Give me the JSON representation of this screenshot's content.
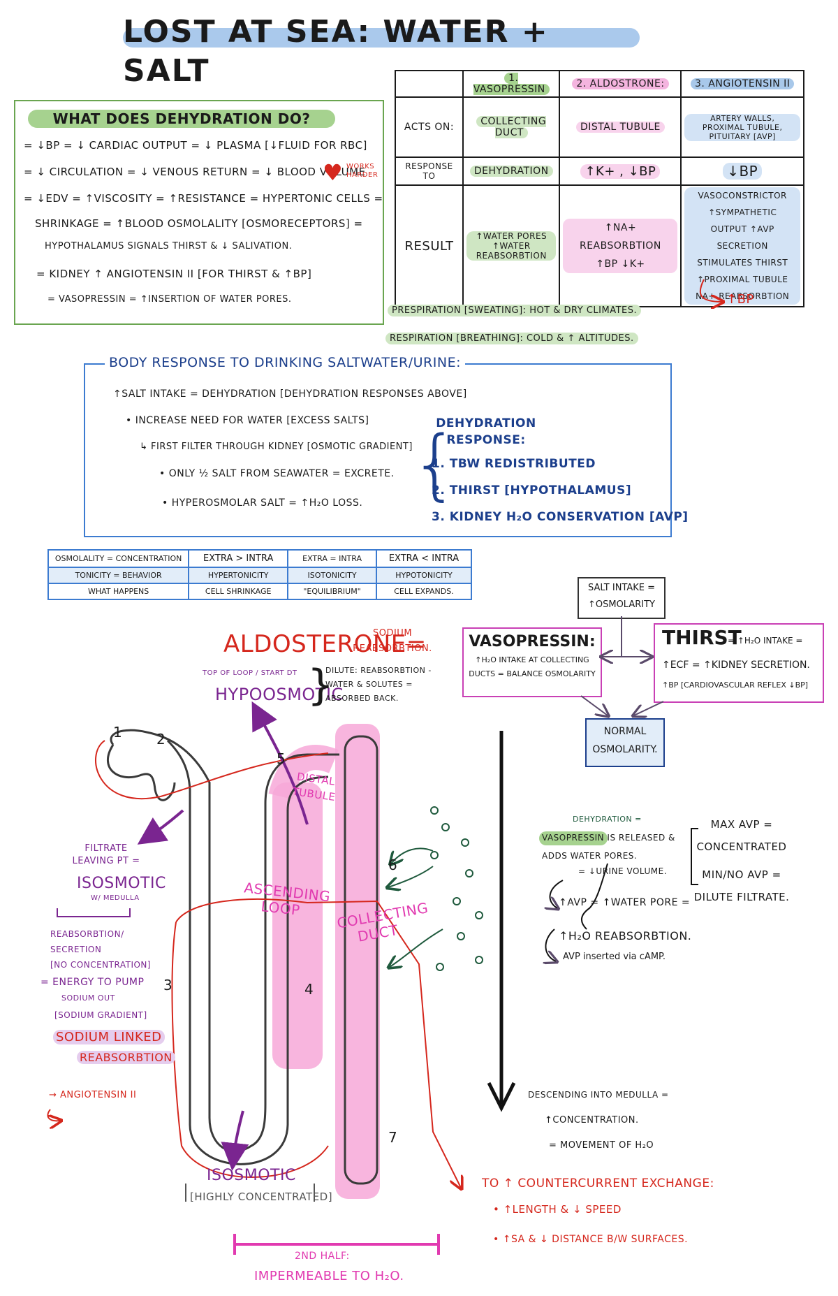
{
  "title": "LOST AT SEA: WATER + SALT",
  "dehydration": {
    "heading": "WHAT DOES DEHYDRATION DO?",
    "lines": [
      "= ↓BP = ↓ CARDIAC OUTPUT = ↓ PLASMA [↓FLUID FOR RBC]",
      "= ↓ CIRCULATION = ↓ VENOUS RETURN = ↓ BLOOD VOLUME",
      "= ↓EDV = ↑VISCOSITY = ↑RESISTANCE = HYPERTONIC CELLS =",
      "SHRINKAGE = ↑BLOOD OSMOLALITY [OSMORECEPTORS] =",
      "HYPOTHALAMUS SIGNALS THIRST & ↓ SALIVATION.",
      "= KIDNEY ↑ ANGIOTENSIN II [FOR THIRST & ↑BP]",
      "= VASOPRESSIN = ↑INSERTION OF WATER PORES."
    ],
    "heart_note": "WORKS HARDER"
  },
  "hormone_table": {
    "headers": [
      "",
      "1. VASOPRESSIN",
      "2. ALDOSTRONE:",
      "3. ANGIOTENSIN II"
    ],
    "rows": [
      [
        "ACTS ON:",
        "COLLECTING DUCT",
        "DISTAL TUBULE",
        "ARTERY WALLS, PROXIMAL TUBULE, PITUITARY [AVP]"
      ],
      [
        "RESPONSE TO",
        "DEHYDRATION",
        "↑K+ , ↓BP",
        "↓BP"
      ],
      [
        "RESULT",
        "↑WATER PORES ↑WATER REABSORBTION",
        "↑Na+ REABSORBTION ↑BP ↓K+",
        "VASOCONSTRICTOR ↑SYMPATHETIC OUTPUT ↑AVP SECRETION STIMULATES THIRST ↑PROXIMAL TUBULE Na+ REABSORBTION"
      ]
    ],
    "bp_note": "↑BP"
  },
  "perspiration": "PRESPIRATION [SWEATING]: HOT & DRY CLIMATES.",
  "respiration": "RESPIRATION [BREATHING]: COLD & ↑ ALTITUDES.",
  "saltwater": {
    "heading": "BODY RESPONSE TO DRINKING SALTWATER/URINE:",
    "lines": [
      "↑SALT INTAKE = DEHYDRATION [DEHYDRATION RESPONSES ABOVE]",
      "• INCREASE NEED FOR WATER [EXCESS SALTS]",
      "↳ FIRST FILTER THROUGH KIDNEY [OSMOTIC GRADIENT]",
      "• ONLY ½ SALT FROM SEAWATER = EXCRETE.",
      "• HYPEROSMOLAR SALT = ↑H₂O LOSS."
    ],
    "response_heading": "DEHYDRATION RESPONSE:",
    "responses": [
      "1. TBW REDISTRIBUTED",
      "2. THIRST [HYPOTHALAMUS]",
      "3. KIDNEY H₂O CONSERVATION [AVP]"
    ]
  },
  "osmolality_table": {
    "rows": [
      [
        "OSMOLALITY = CONCENTRATION",
        "EXTRA > INTRA",
        "EXTRA = INTRA",
        "EXTRA < INTRA"
      ],
      [
        "TONICITY = BEHAVIOR",
        "HYPERTONICITY",
        "ISOTONICITY",
        "HYPOTONICITY"
      ],
      [
        "WHAT HAPPENS",
        "CELL SHRINKAGE",
        "\"EQUILIBRIUM\"",
        "CELL EXPANDS."
      ]
    ]
  },
  "flow": {
    "salt_intake": "SALT INTAKE = ↑OSMOLARITY",
    "vasopressin_title": "VASOPRESSIN:",
    "vasopressin_text": "↑H₂O INTAKE AT COLLECTING DUCTS = BALANCE OSMOLARITY",
    "thirst_title": "THIRST",
    "thirst_lines": [
      "= ↑H₂O INTAKE =",
      "↑ECF = ↑KIDNEY SECRETION.",
      "↑BP [CARDIOVASCULAR REFLEX ↓BP]"
    ],
    "normal": "NORMAL OSMOLARITY."
  },
  "nephron": {
    "aldosterone_title": "ALDOSTERONE=",
    "aldosterone_note": "SODIUM REABSORBTION.",
    "top_loop": "TOP OF LOOP / START DT",
    "hypoosmotic": "HYPOOSMOTIC",
    "dilute": "DILUTE: REABSORBTION - WATER & SOLUTES = ABSORBED BACK.",
    "numbers": [
      "1",
      "2",
      "3",
      "4",
      "5",
      "6",
      "7"
    ],
    "distal": "DISTAL TUBULE",
    "ascending": "ASCENDING LOOP",
    "collecting": "COLLECTING DUCT",
    "filtrate_pt": "FILTRATE LEAVING PT =",
    "isosmotic": "ISOSMOTIC",
    "with_medulla": "W/ MEDULLA",
    "reabsorb_lines": [
      "REABSORBTION/",
      "SECRETION",
      "[NO CONCENTRATION]",
      "= ENERGY TO PUMP",
      "SODIUM OUT",
      "[SODIUM GRADIENT]"
    ],
    "sodium_linked": "SODIUM LINKED",
    "reabsorbtion": "REABSORBTION",
    "angiotensin": "→ ANGIOTENSIN II",
    "isosmotic_bottom": "ISOSMOTIC",
    "highly": "[HIGHLY CONCENTRATED]",
    "second_half": "2ND HALF:",
    "impermeable": "IMPERMEABLE TO H₂O."
  },
  "right_notes": {
    "dehydration": "DEHYDRATION =",
    "vaso_released": "VASOPRESSIN IS RELEASED & ADDS WATER PORES.",
    "urine": "= ↓URINE VOLUME.",
    "avp_pore": "↑AVP = ↑WATER PORE =",
    "h2o_reab": "↑H₂O REABSORBTION.",
    "camp": "AVP inserted via cAMP.",
    "max_avp": "MAX AVP = CONCENTRATED",
    "min_avp": "MIN/NO AVP = DILUTE FILTRATE.",
    "descending": "DESCENDING INTO MEDULLA =",
    "concentration": "↑CONCENTRATION.",
    "movement": "= MOVEMENT OF H₂O",
    "counter_title": "TO ↑ COUNTERCURRENT EXCHANGE:",
    "counter_lines": [
      "• ↑LENGTH & ↓ SPEED",
      "• ↑SA & ↓ DISTANCE B/W SURFACES."
    ]
  },
  "colors": {
    "green": "#6aa550",
    "blue": "#3c7bd0",
    "darkblue": "#1c3f8c",
    "red": "#d5271d",
    "pink": "#f08bd0",
    "purple": "#7a2590"
  }
}
